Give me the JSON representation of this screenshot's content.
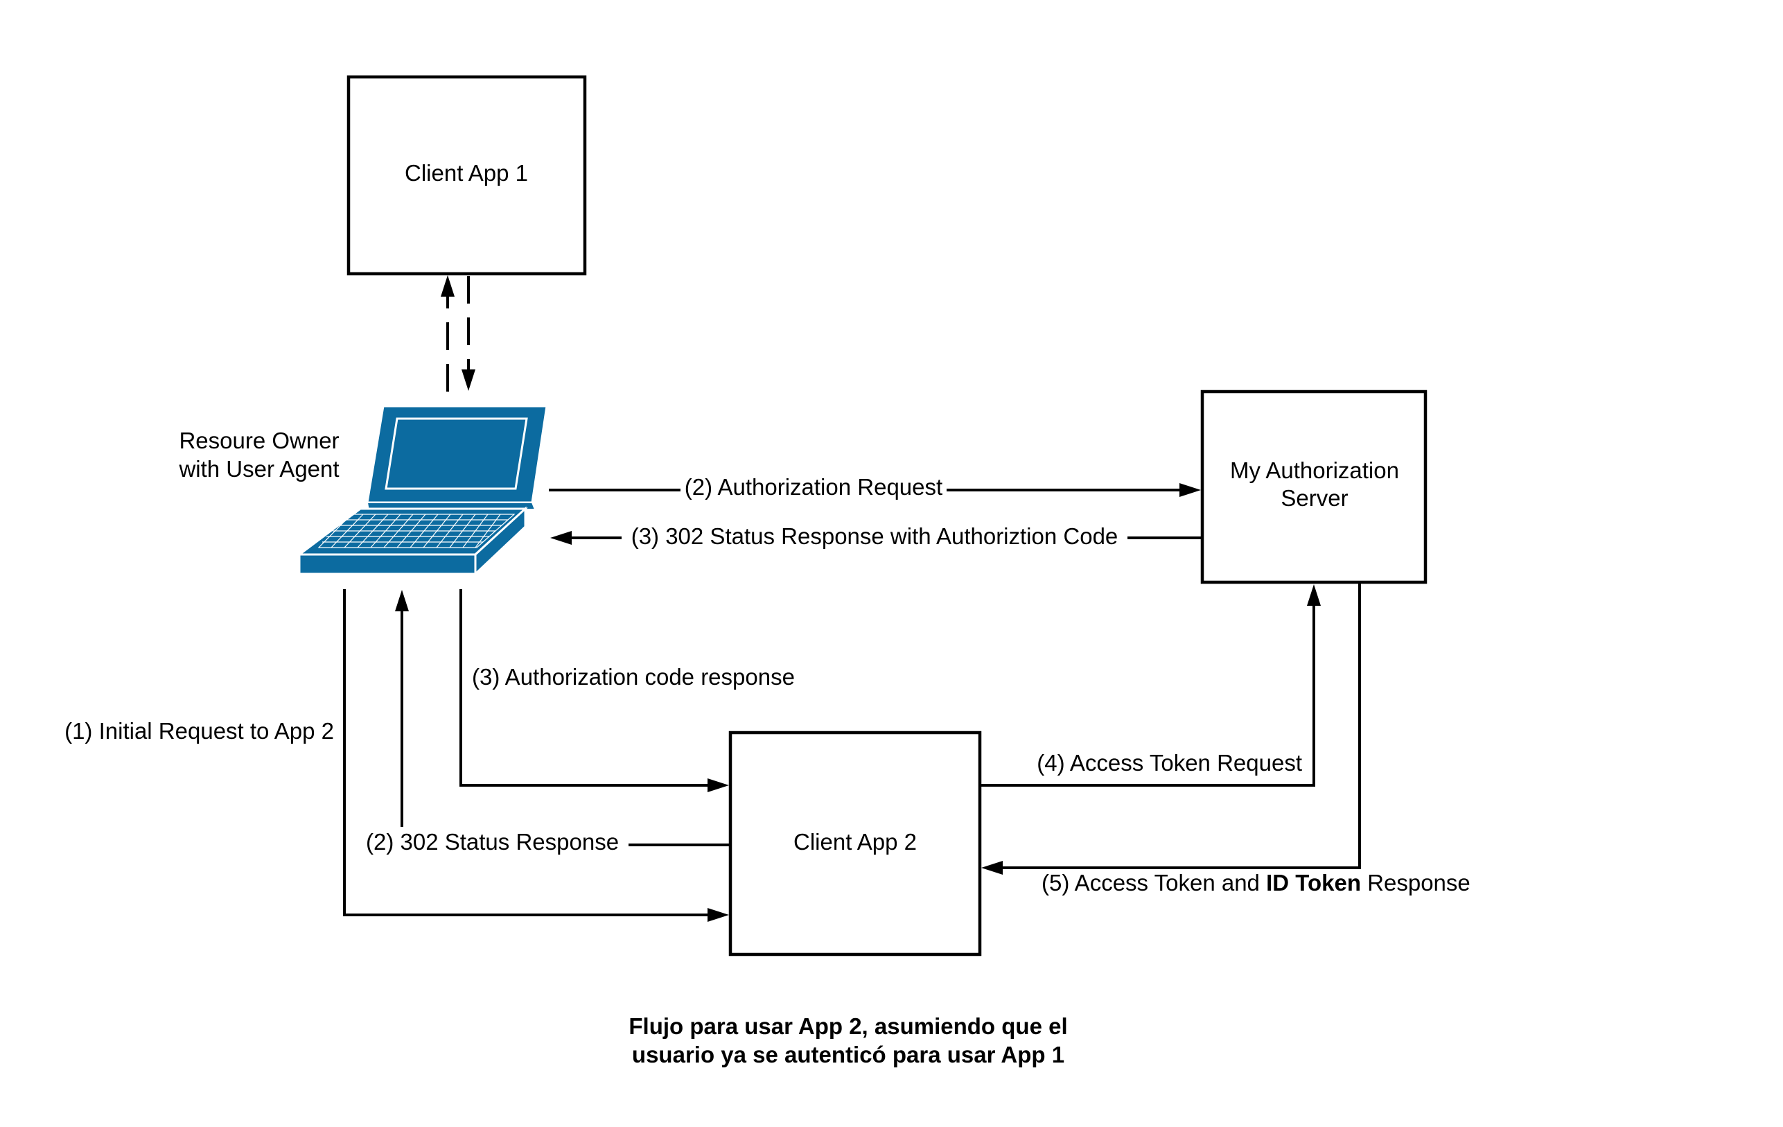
{
  "nodes": {
    "client_app_1": "Client App 1",
    "auth_server_line1": "My Authorization",
    "auth_server_line2": "Server",
    "client_app_2": "Client App 2",
    "resource_owner_line1": "Resoure Owner",
    "resource_owner_line2": "with User Agent"
  },
  "icons": {
    "user_agent": "laptop-icon"
  },
  "edges": {
    "auth_request": "(2) Authorization Request",
    "status_response_auth_code": "(3) 302 Status Response with Authoriztion Code",
    "auth_code_response": "(3) Authorization code response",
    "initial_request": "(1) Initial Request to App 2",
    "status_302_response": "(2) 302 Status Response",
    "access_token_request": "(4) Access Token Request",
    "access_token_response_prefix": "(5) Access Token and ",
    "access_token_response_bold": "ID Token",
    "access_token_response_suffix": " Response"
  },
  "caption": {
    "line1": "Flujo para usar App 2, asumiendo que el",
    "line2": "usuario ya se autenticó para usar App 1"
  },
  "colors": {
    "laptop_fill": "#0c6ba0",
    "laptop_stroke": "#ffffff",
    "line": "#000000"
  }
}
